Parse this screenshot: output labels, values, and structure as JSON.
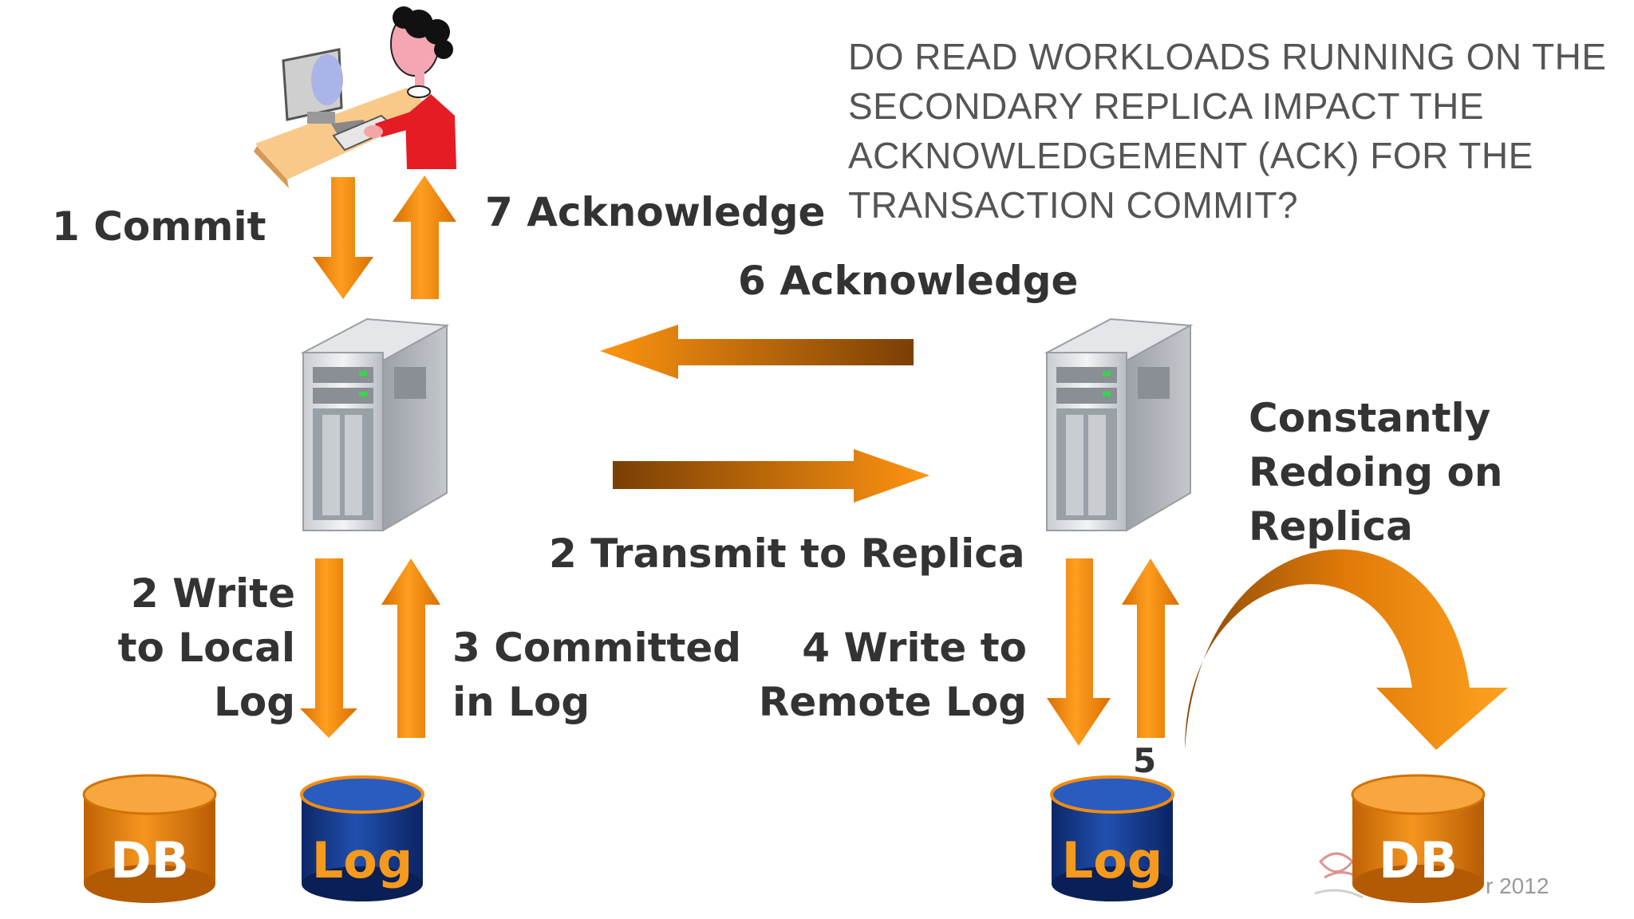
{
  "question": "DO READ WORKLOADS RUNNING ON THE SECONDARY REPLICA IMPACT THE ACKNOWLEDGEMENT (ACK) FOR THE TRANSACTION COMMIT?",
  "steps": {
    "commit": "1 Commit",
    "ack7": "7 Acknowledge",
    "ack6": "6 Acknowledge",
    "transmit": "2 Transmit to Replica",
    "write_local": "2 Write\nto Local\nLog",
    "committed": "3 Committed\nin Log",
    "write_remote": "4 Write to\nRemote Log",
    "five": "5",
    "redo": "Constantly\nRedoing on\nReplica"
  },
  "storage": {
    "primary_db": "DB",
    "primary_log": "Log",
    "replica_log": "Log",
    "replica_db": "DB"
  },
  "watermark": "r 2012",
  "colors": {
    "arrow_orange": "#f28c0f",
    "arrow_dark": "#8a4a08",
    "db_fill": "#e9830d",
    "log_fill": "#163a8c",
    "log_text": "#f59a1c",
    "label_text": "#333333"
  }
}
